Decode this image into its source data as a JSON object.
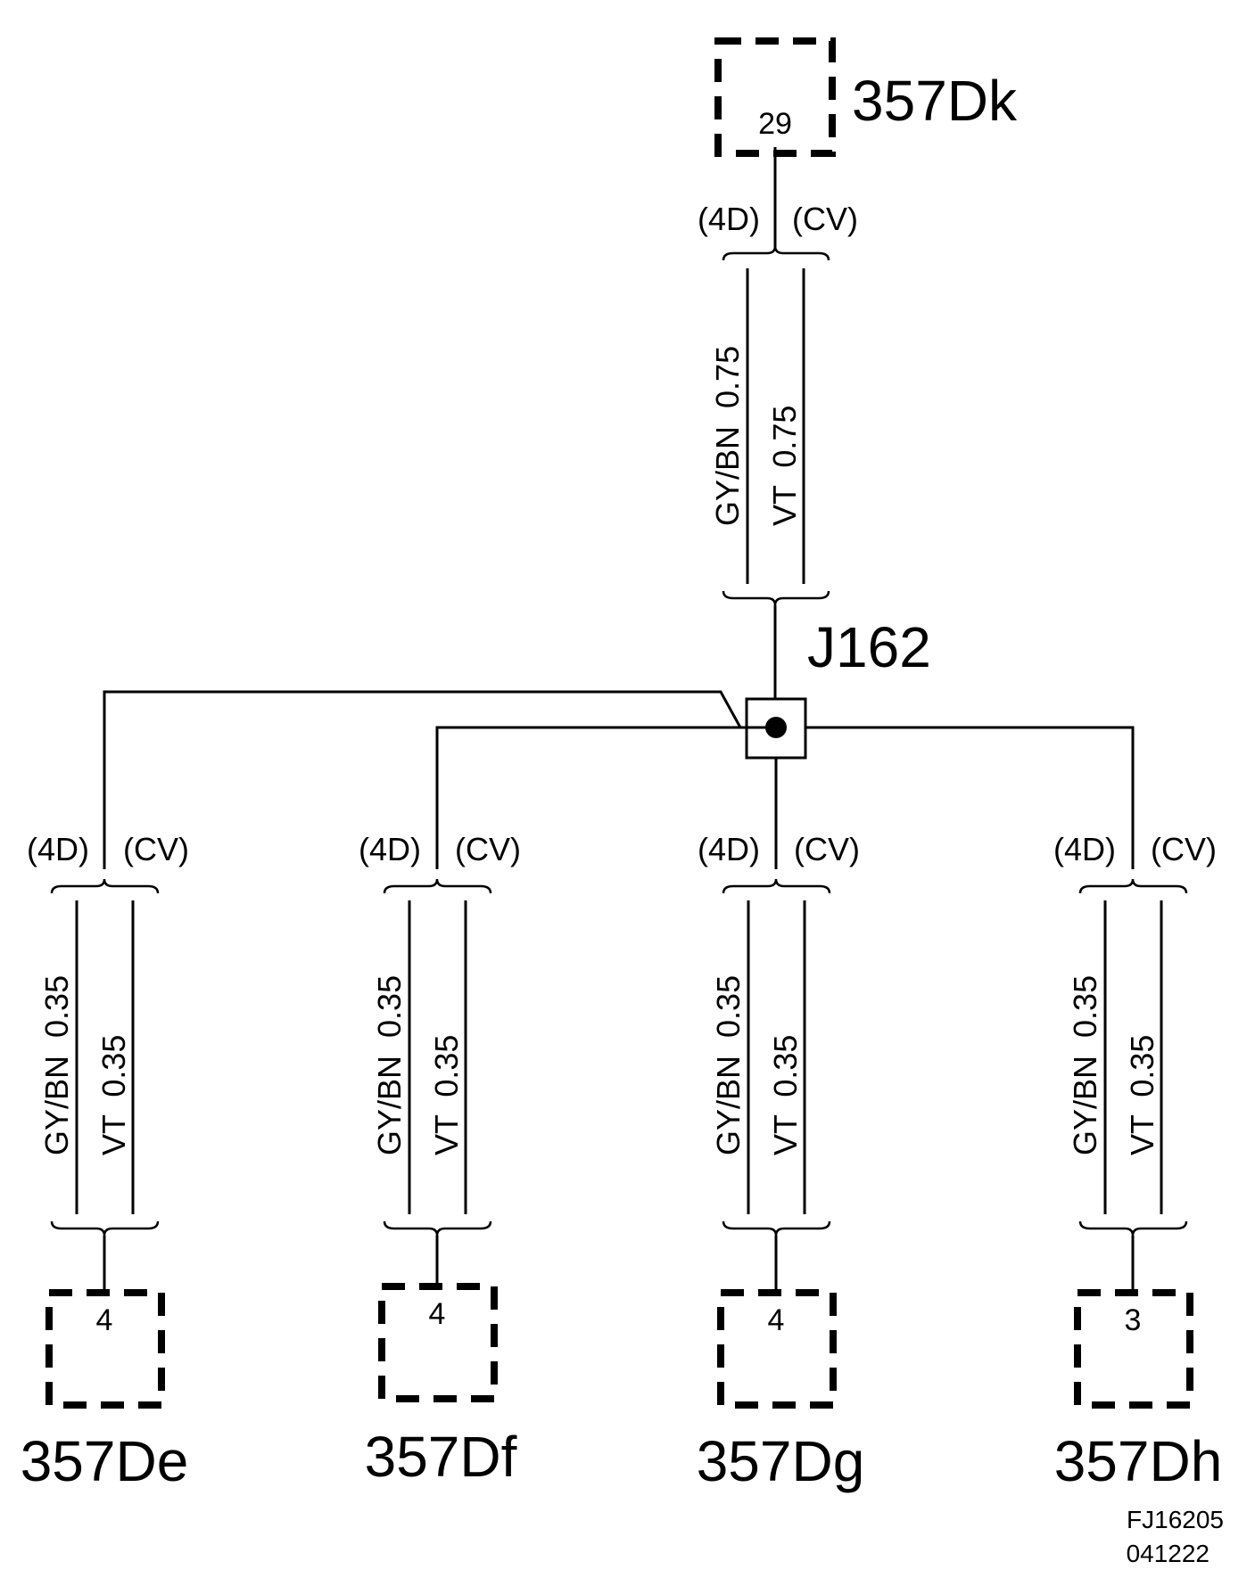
{
  "top_connector": {
    "id": "357Dk",
    "pin": "29"
  },
  "splice": {
    "id": "J162"
  },
  "top_harness": {
    "left_code": "(4D)",
    "right_code": "(CV)",
    "wire1": "GY/BN  0.75",
    "wire2": "VT  0.75"
  },
  "branches": [
    {
      "left_code": "(4D)",
      "right_code": "(CV)",
      "wire1": "GY/BN  0.35",
      "wire2": "VT  0.35",
      "pin": "4",
      "connector": "357De"
    },
    {
      "left_code": "(4D)",
      "right_code": "(CV)",
      "wire1": "GY/BN  0.35",
      "wire2": "VT  0.35",
      "pin": "4",
      "connector": "357Df"
    },
    {
      "left_code": "(4D)",
      "right_code": "(CV)",
      "wire1": "GY/BN  0.35",
      "wire2": "VT  0.35",
      "pin": "4",
      "connector": "357Dg"
    },
    {
      "left_code": "(4D)",
      "right_code": "(CV)",
      "wire1": "GY/BN  0.35",
      "wire2": "VT  0.35",
      "pin": "3",
      "connector": "357Dh"
    }
  ],
  "figure_ref": {
    "code": "FJ16205",
    "date": "041222"
  }
}
